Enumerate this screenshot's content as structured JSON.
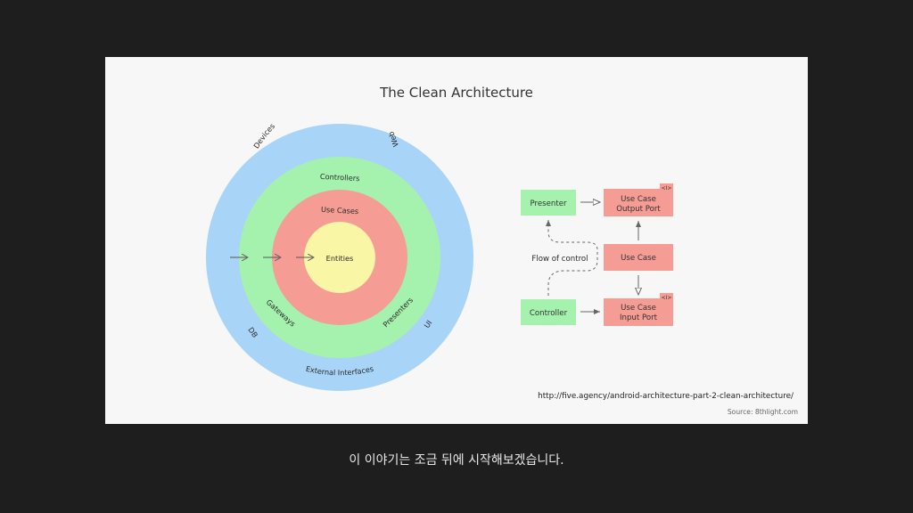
{
  "diagram": {
    "title": "The Clean Architecture",
    "rings": {
      "outer": {
        "labels": [
          "Devices",
          "Web",
          "DB",
          "UI",
          "External Interfaces"
        ],
        "color": "#a8d4f7"
      },
      "second": {
        "labels": [
          "Controllers",
          "Gateways",
          "Presenters"
        ],
        "color": "#a4f2ae"
      },
      "third": {
        "labels": [
          "Use Cases"
        ],
        "color": "#f59c94"
      },
      "core": {
        "labels": [
          "Entities"
        ],
        "color": "#f9f6a6"
      }
    },
    "flow": {
      "presenter": "Presenter",
      "use_case_output_port": [
        "Use Case",
        "Output Port"
      ],
      "use_case": "Use Case",
      "use_case_input_port": [
        "Use Case",
        "Input Port"
      ],
      "controller": "Controller",
      "flow_label": "Flow of control",
      "interface_tag": "<I>",
      "green": "#a4f2ae",
      "red": "#f59c94"
    },
    "link": "http://five.agency/android-architecture-part-2-clean-architecture/",
    "source": "Source: 8thlight.com"
  },
  "subtitle": "이 이야기는 조금 뒤에 시작해보겠습니다."
}
